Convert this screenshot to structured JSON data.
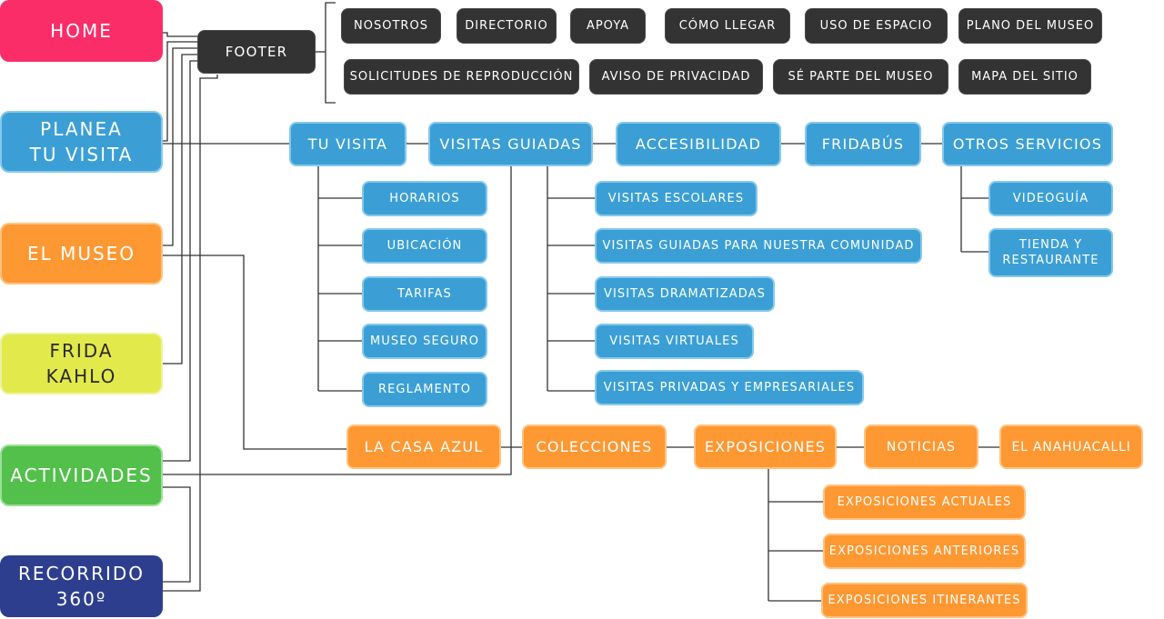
{
  "main": {
    "home": "HOME",
    "planea": "PLANEA\nTU VISITA",
    "museo": "EL MUSEO",
    "frida": "FRIDA\nKAHLO",
    "actividades": "ACTIVIDADES",
    "recorrido": "RECORRIDO\n360º"
  },
  "footer": {
    "label": "FOOTER",
    "items": [
      "NOSOTROS",
      "DIRECTORIO",
      "APOYA",
      "CÓMO LLEGAR",
      "USO DE ESPACIO",
      "PLANO DEL MUSEO",
      "SOLICITUDES DE REPRODUCCIÓN",
      "AVISO DE PRIVACIDAD",
      "SÉ PARTE DEL MUSEO",
      "MAPA DEL SITIO"
    ]
  },
  "planea": {
    "sections": [
      "TU VISITA",
      "VISITAS GUIADAS",
      "ACCESIBILIDAD",
      "FRIDABÚS",
      "OTROS SERVICIOS"
    ],
    "tu_visita": [
      "HORARIOS",
      "UBICACIÓN",
      "TARIFAS",
      "MUSEO SEGURO",
      "REGLAMENTO"
    ],
    "visitas_guiadas": [
      "VISITAS ESCOLARES",
      "VISITAS GUIADAS PARA NUESTRA COMUNIDAD",
      "VISITAS DRAMATIZADAS",
      "VISITAS VIRTUALES",
      "VISITAS PRIVADAS Y EMPRESARIALES"
    ],
    "otros_servicios": [
      "VIDEOGUÍA",
      "TIENDA Y\nRESTAURANTE"
    ]
  },
  "museo": {
    "sections": [
      "LA CASA AZUL",
      "COLECCIONES",
      "EXPOSICIONES",
      "NOTICIAS",
      "EL ANAHUACALLI"
    ],
    "exposiciones": [
      "EXPOSICIONES ACTUALES",
      "EXPOSICIONES ANTERIORES",
      "EXPOSICIONES ITINERANTES"
    ]
  },
  "colors": {
    "home": "#fb2d69",
    "planea": "#3b9fd6",
    "museo": "#fe9833",
    "frida": "#e2ea4b",
    "actividades": "#52c04b",
    "recorrido": "#2e3e8f",
    "footer": "#333333",
    "connector": "#333333"
  }
}
